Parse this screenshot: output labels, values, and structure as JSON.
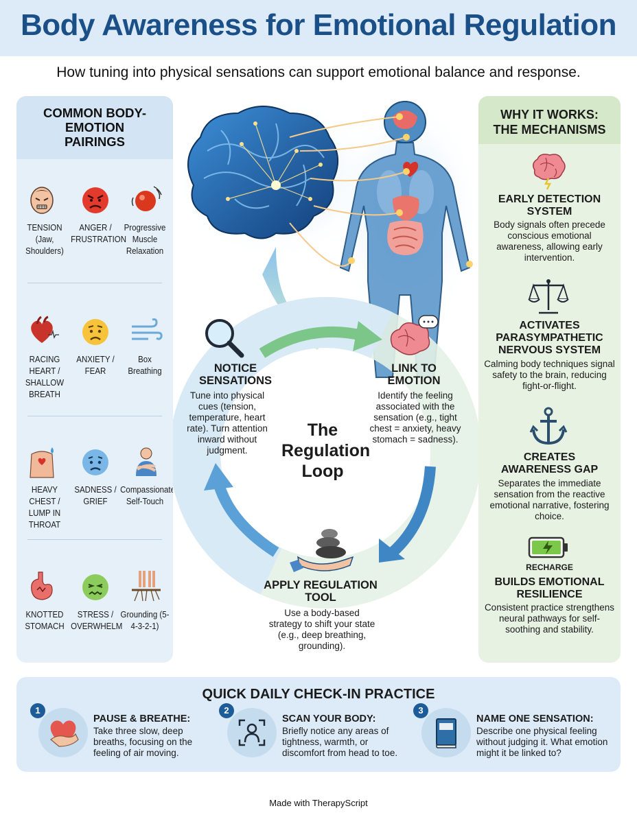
{
  "header": {
    "title": "Body Awareness for Emotional Regulation",
    "subtitle": "How tuning into physical sensations can support emotional balance and response."
  },
  "pairings": {
    "title": "COMMON BODY-EMOTION PAIRINGS",
    "rows": [
      {
        "sensation": "TENSION (Jaw, Shoulders)",
        "emotion": "ANGER / FRUSTRATION",
        "tool": "Progressive Muscle Relaxation"
      },
      {
        "sensation": "RACING HEART / SHALLOW BREATH",
        "emotion": "ANXIETY / FEAR",
        "tool": "Box Breathing"
      },
      {
        "sensation": "HEAVY CHEST / LUMP IN THROAT",
        "emotion": "SADNESS / GRIEF",
        "tool": "Compassionate Self-Touch"
      },
      {
        "sensation": "KNOTTED STOMACH",
        "emotion": "STRESS / OVERWHELM",
        "tool": "Grounding (5-4-3-2-1)"
      }
    ]
  },
  "loop": {
    "center": "The Regulation Loop",
    "steps": {
      "notice": {
        "title": "NOTICE SENSATIONS",
        "text": "Tune into physical cues (tension, temperature, heart rate). Turn attention inward without judgment."
      },
      "link": {
        "title": "LINK TO EMOTION",
        "text": "Identify the feeling associated with the sensation (e.g., tight chest = anxiety, heavy stomach = sadness)."
      },
      "apply": {
        "title": "APPLY REGULATION TOOL",
        "text": "Use a body-based strategy to shift your state (e.g., deep breathing, grounding)."
      }
    }
  },
  "mechanisms": {
    "title": "WHY IT WORKS: THE MECHANISMS",
    "items": [
      {
        "title": "EARLY DETECTION SYSTEM",
        "text": "Body signals often precede conscious emotional awareness, allowing early intervention."
      },
      {
        "title": "ACTIVATES PARASYMPATHETIC NERVOUS SYSTEM",
        "text": "Calming body techniques signal safety to the brain, reducing fight-or-flight."
      },
      {
        "title": "CREATES AWARENESS GAP",
        "text": "Separates the immediate sensation from the reactive emotional narrative, fostering choice."
      },
      {
        "title": "BUILDS EMOTIONAL RESILIENCE",
        "text": "Consistent practice strengthens neural pathways for self-soothing and stability.",
        "icon_label": "RECHARGE"
      }
    ]
  },
  "checkin": {
    "title": "QUICK DAILY CHECK-IN PRACTICE",
    "steps": [
      {
        "num": "1",
        "title": "PAUSE & BREATHE:",
        "text": "Take three slow, deep breaths, focusing on the feeling of air moving."
      },
      {
        "num": "2",
        "title": "SCAN YOUR BODY:",
        "text": "Briefly notice any areas of tightness, warmth, or discomfort from head to toe."
      },
      {
        "num": "3",
        "title": "NAME ONE SENSATION:",
        "text": "Describe one physical feeling without judging it. What emotion might it be linked to?"
      }
    ]
  },
  "footer": {
    "text": "Made with TherapyScript"
  },
  "colors": {
    "primary": "#1b4f88",
    "left_panel": "#e6f0f9",
    "right_panel": "#e8f2e2",
    "arrow_green": "#7cc68a",
    "arrow_blue": "#3f86c4"
  }
}
